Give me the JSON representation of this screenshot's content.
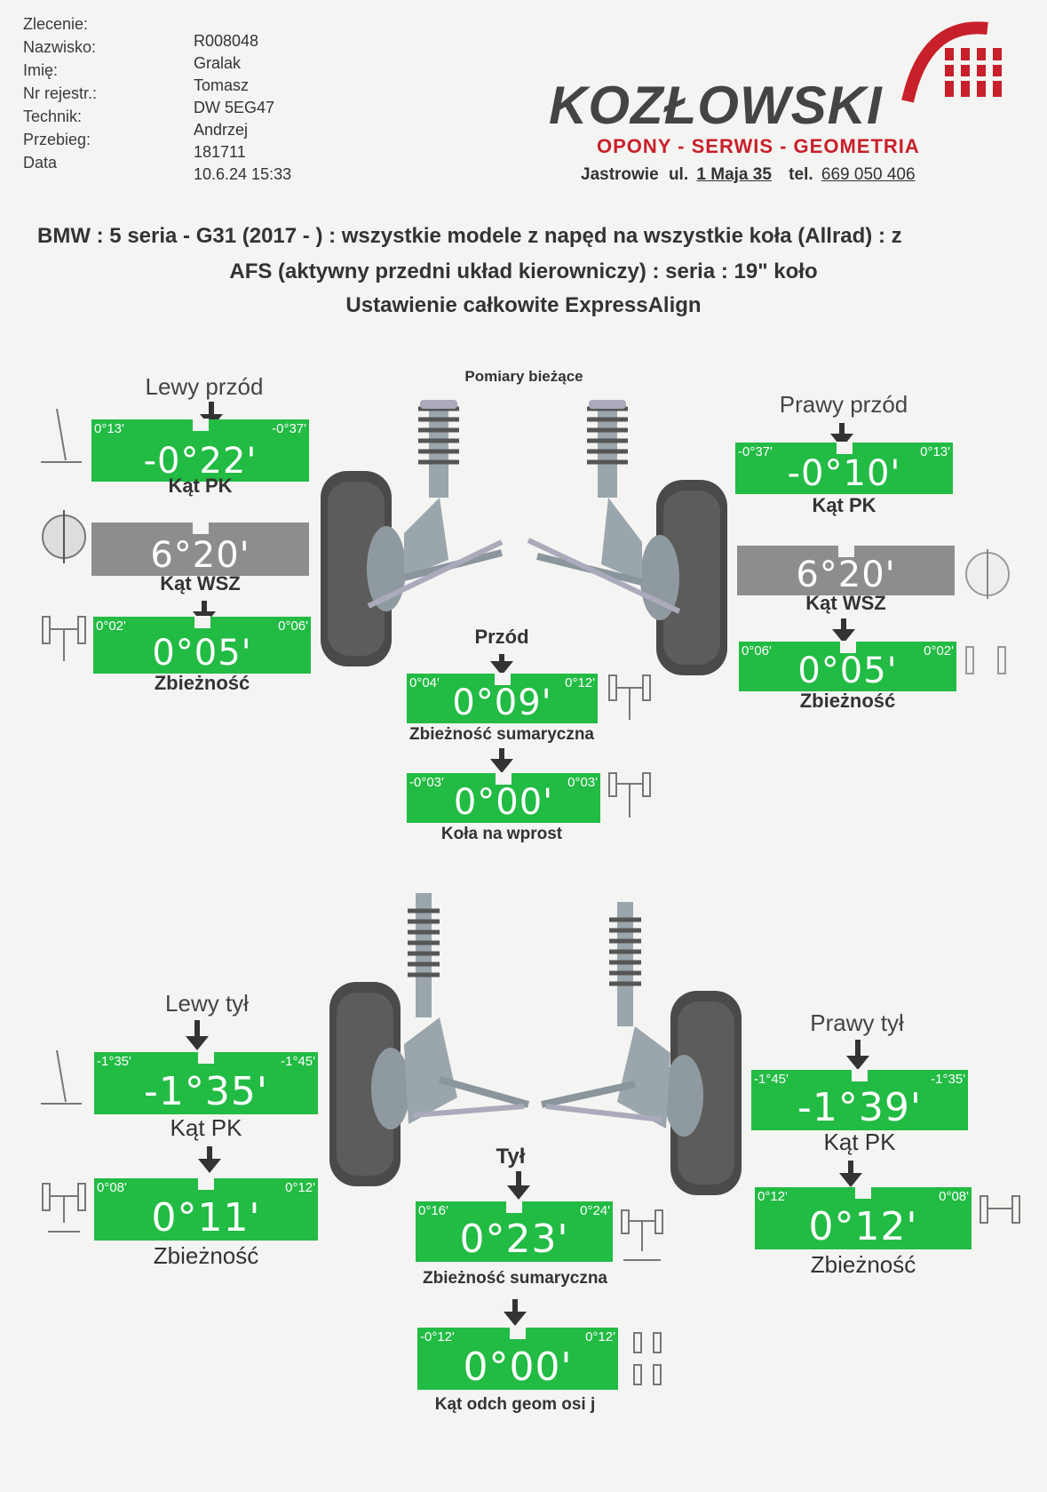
{
  "header": {
    "labels": [
      "Zlecenie:",
      "Nazwisko:",
      "Imię:",
      "Nr rejestr.:",
      "Technik:",
      "Przebieg:",
      "Data"
    ],
    "values": [
      "R008048",
      "Gralak",
      "Tomasz",
      "DW 5EG47",
      "Andrzej",
      "181711",
      "10.6.24 15:33"
    ]
  },
  "logo": {
    "name": "KOZŁOWSKI",
    "services": "OPONY - SERWIS - GEOMETRIA",
    "town": "Jastrowie",
    "street_prefix": "ul.",
    "street": "1 Maja 35",
    "phone_label": "tel.",
    "phone": "669 050 406",
    "accent": "#c8202a"
  },
  "title": {
    "line1": "BMW : 5 seria - G31 (2017 -     ) : wszystkie modele z napęd na wszystkie koła (Allrad) : z",
    "line2": "AFS (aktywny przedni układ kierowniczy) : seria : 19\" koło",
    "line3": "Ustawienie całkowite ExpressAlign"
  },
  "current_measurements_label": "Pomiary bieżące",
  "front": {
    "left_title": "Lewy przód",
    "right_title": "Prawy przód",
    "center_title": "Przód",
    "left": {
      "camber": {
        "min": "0°13'",
        "max": "-0°37'",
        "value": "-0°22'",
        "caption": "Kąt PK"
      },
      "sai": {
        "value": "6°20'",
        "caption": "Kąt WSZ"
      },
      "toe": {
        "min": "0°02'",
        "max": "0°06'",
        "value": "0°05'",
        "caption": "Zbieżność"
      }
    },
    "right": {
      "camber": {
        "min": "-0°37'",
        "max": "0°13'",
        "value": "-0°10'",
        "caption": "Kąt PK"
      },
      "sai": {
        "value": "6°20'",
        "caption": "Kąt WSZ"
      },
      "toe": {
        "min": "0°06'",
        "max": "0°02'",
        "value": "0°05'",
        "caption": "Zbieżność"
      }
    },
    "total_toe": {
      "min": "0°04'",
      "max": "0°12'",
      "value": "0°09'",
      "caption": "Zbieżność sumaryczna"
    },
    "straight": {
      "min": "-0°03'",
      "max": "0°03'",
      "value": "0°00'",
      "caption": "Koła na wprost"
    }
  },
  "rear": {
    "left_title": "Lewy tył",
    "right_title": "Prawy tył",
    "center_title": "Tył",
    "left": {
      "camber": {
        "min": "-1°35'",
        "max": "-1°45'",
        "value": "-1°35'",
        "caption": "Kąt PK"
      },
      "toe": {
        "min": "0°08'",
        "max": "0°12'",
        "value": "0°11'",
        "caption": "Zbieżność"
      }
    },
    "right": {
      "camber": {
        "min": "-1°45'",
        "max": "-1°35'",
        "value": "-1°39'",
        "caption": "Kąt PK"
      },
      "toe": {
        "min": "0°12'",
        "max": "0°08'",
        "value": "0°12'",
        "caption": "Zbieżność"
      }
    },
    "total_toe": {
      "min": "0°16'",
      "max": "0°24'",
      "value": "0°23'",
      "caption": "Zbieżność sumaryczna"
    },
    "thrust": {
      "min": "-0°12'",
      "max": "0°12'",
      "value": "0°00'",
      "caption": "Kąt odch geom osi j"
    }
  },
  "colors": {
    "in_spec": "#22bb44",
    "neutral": "#8d8d8d"
  }
}
